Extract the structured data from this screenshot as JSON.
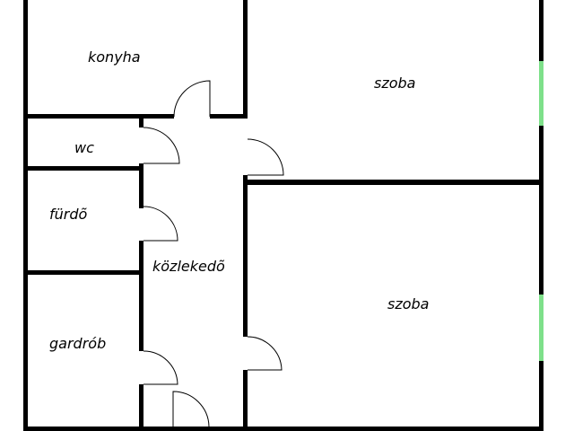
{
  "rooms": {
    "kitchen": "konyha",
    "room_top": "szoba",
    "wc": "wc",
    "bathroom": "fürdõ",
    "hallway": "közlekedõ",
    "room_bottom": "szoba",
    "wardrobe": "gardrób"
  },
  "colors": {
    "wall": "#000000",
    "door": "#000000",
    "window": "#7ee08a",
    "background": "#ffffff"
  }
}
